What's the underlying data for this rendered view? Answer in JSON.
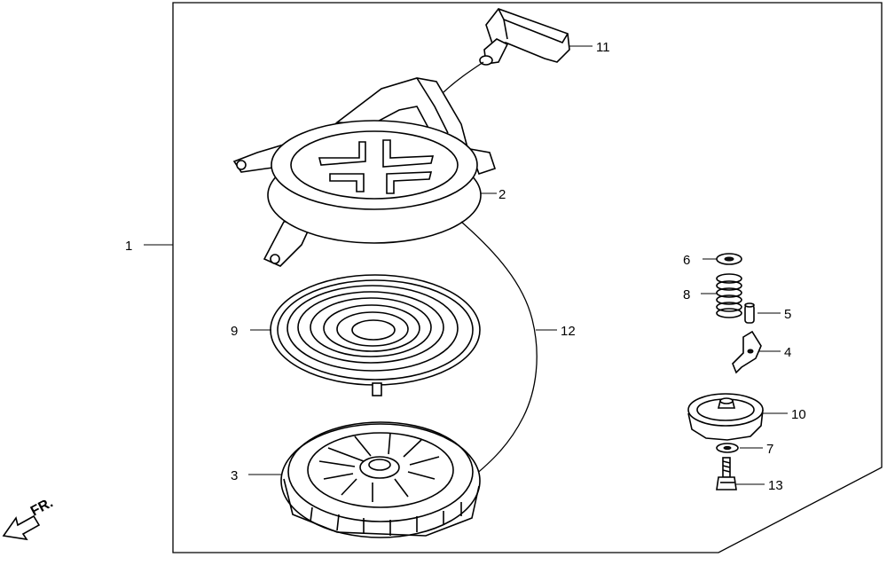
{
  "diagram": {
    "direction_label": "FR.",
    "callouts": [
      {
        "id": "c1",
        "label": "1"
      },
      {
        "id": "c2",
        "label": "2"
      },
      {
        "id": "c3",
        "label": "3"
      },
      {
        "id": "c4",
        "label": "4"
      },
      {
        "id": "c5",
        "label": "5"
      },
      {
        "id": "c6",
        "label": "6"
      },
      {
        "id": "c7",
        "label": "7"
      },
      {
        "id": "c8",
        "label": "8"
      },
      {
        "id": "c9",
        "label": "9"
      },
      {
        "id": "c10",
        "label": "10"
      },
      {
        "id": "c11",
        "label": "11"
      },
      {
        "id": "c12",
        "label": "12"
      },
      {
        "id": "c13",
        "label": "13"
      }
    ]
  }
}
